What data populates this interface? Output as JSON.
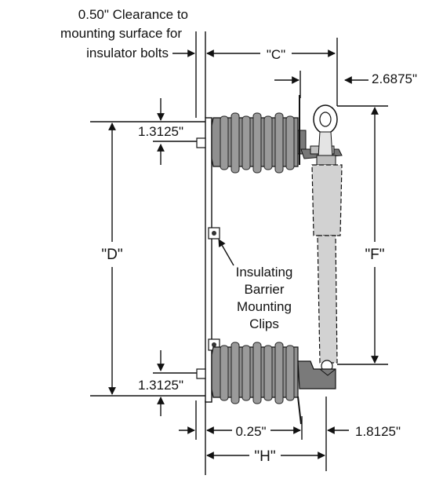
{
  "labels": {
    "clearance_line1": "0.50\" Clearance to",
    "clearance_line2": "mounting surface for",
    "clearance_line3": "insulator bolts",
    "dim_c": "\"C\"",
    "dim_top_offset": "2.6875\"",
    "dim_top_ins": "1.3125\"",
    "dim_d": "\"D\"",
    "dim_f": "\"F\"",
    "clips_line1": "Insulating",
    "clips_line2": "Barrier",
    "clips_line3": "Mounting",
    "clips_line4": "Clips",
    "dim_bot_ins": "1.3125\"",
    "dim_025": "0.25\"",
    "dim_18125": "1.8125\"",
    "dim_h": "\"H\""
  },
  "colors": {
    "insulator_fill": "#8f8f8f",
    "insulator_dark": "#5a5a5a",
    "fuse_tube_fill": "#d2d2d2",
    "line": "#111111"
  }
}
